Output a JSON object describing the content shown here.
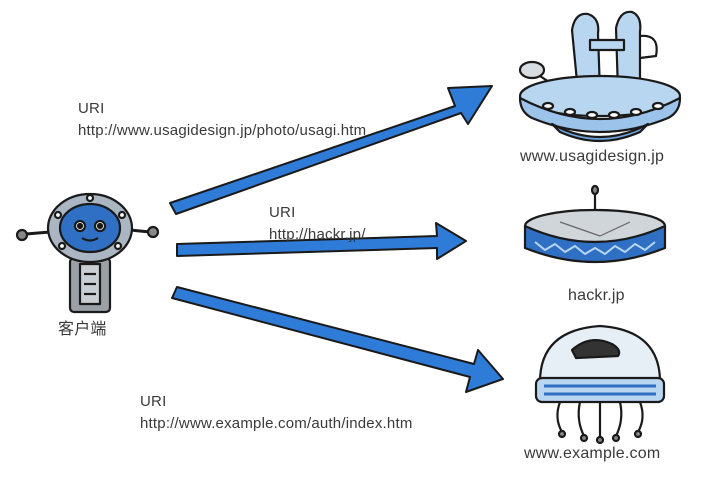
{
  "client": {
    "label": "客户端"
  },
  "requests": [
    {
      "uri_label": "URI",
      "uri": "http://www.usagidesign.jp/photo/usagi.htm"
    },
    {
      "uri_label": "URI",
      "uri": "http://hackr.jp/"
    },
    {
      "uri_label": "URI",
      "uri": "http://www.example.com/auth/index.htm"
    }
  ],
  "servers": [
    {
      "name": "www.usagidesign.jp"
    },
    {
      "name": "hackr.jp"
    },
    {
      "name": "www.example.com"
    }
  ],
  "colors": {
    "arrow": "#2f7bd8",
    "outline": "#1a1a1a",
    "light_blue": "#b9d6f0",
    "mid_blue": "#6fa3dc",
    "gray": "#8a9096"
  }
}
